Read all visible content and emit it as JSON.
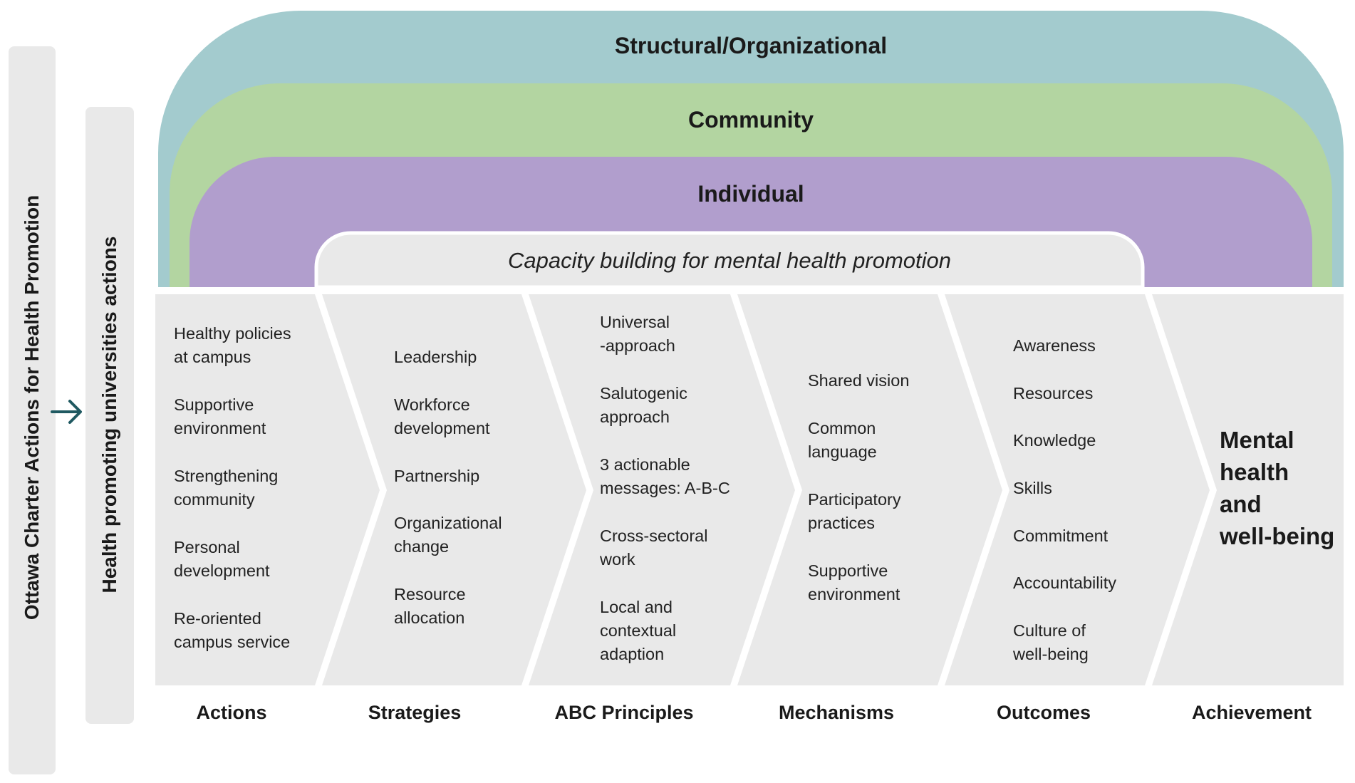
{
  "side_labels": {
    "outer": "Ottawa Charter Actions for Health Promotion",
    "inner": "Health promoting universities actions"
  },
  "arrow_icon": "right-arrow-icon",
  "levels": [
    "Structural/Organizational",
    "Community",
    "Individual"
  ],
  "level_colors": {
    "structural": "#a3cbce",
    "community": "#b3d5a1",
    "individual": "#b19ecd",
    "panel": "#e9e9e9"
  },
  "capacity_label": "Capacity building for mental health promotion",
  "stages": [
    {
      "label": "Actions",
      "items": [
        [
          "Healthy policies",
          "at campus"
        ],
        [
          "Supportive",
          "environment"
        ],
        [
          "Strengthening",
          "community"
        ],
        [
          "Personal",
          "development"
        ],
        [
          "Re-oriented",
          "campus service"
        ]
      ]
    },
    {
      "label": "Strategies",
      "items": [
        [
          "Leadership"
        ],
        [
          "Workforce",
          "development"
        ],
        [
          "Partnership"
        ],
        [
          "Organizational",
          "change"
        ],
        [
          "Resource",
          "allocation"
        ]
      ]
    },
    {
      "label": "ABC Principles",
      "items": [
        [
          "Universal",
          "-approach"
        ],
        [
          "Salutogenic",
          "approach"
        ],
        [
          "3 actionable",
          "messages: A-B-C"
        ],
        [
          "Cross-sectoral",
          "work"
        ],
        [
          "Local and",
          "contextual",
          "adaption"
        ]
      ]
    },
    {
      "label": "Mechanisms",
      "items": [
        [
          "Shared vision"
        ],
        [
          "Common",
          "language"
        ],
        [
          "Participatory",
          "practices"
        ],
        [
          "Supportive",
          "environment"
        ]
      ]
    },
    {
      "label": "Outcomes",
      "items": [
        [
          "Awareness"
        ],
        [
          "Resources"
        ],
        [
          "Knowledge"
        ],
        [
          "Skills"
        ],
        [
          "Commitment"
        ],
        [
          "Accountability"
        ],
        [
          "Culture of",
          "well-being"
        ]
      ]
    },
    {
      "label": "Achievement",
      "items": [
        [
          "Mental",
          "health",
          "and",
          "well-being"
        ]
      ]
    }
  ]
}
